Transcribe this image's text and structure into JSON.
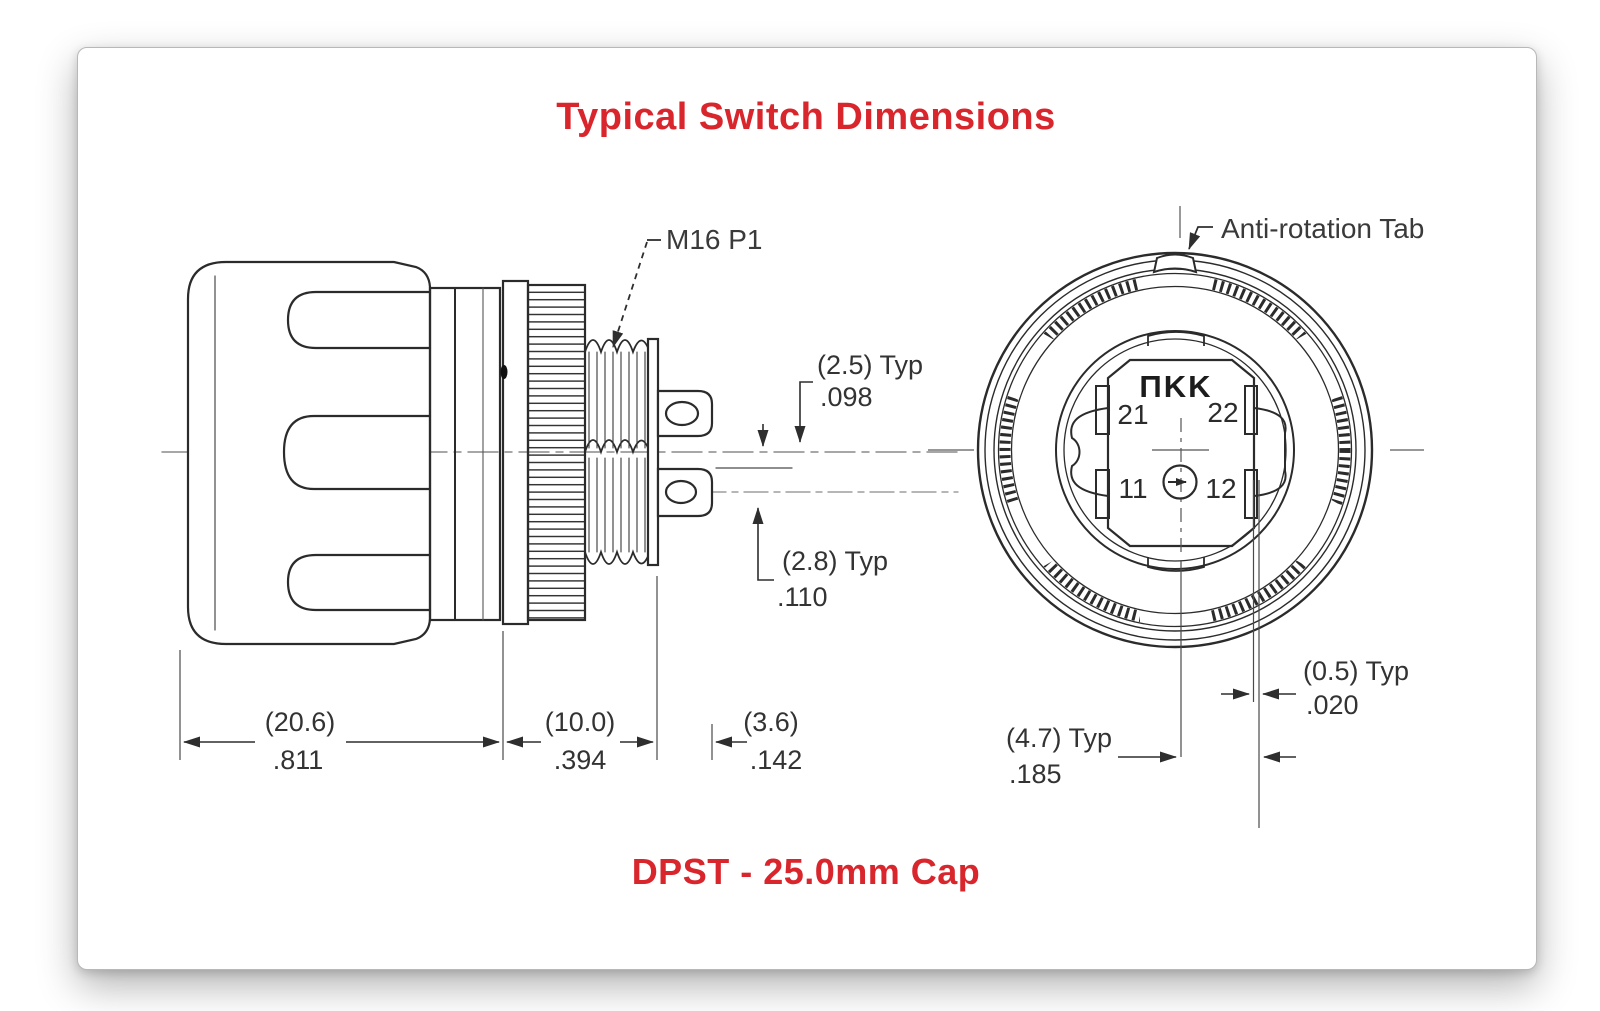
{
  "header": {
    "title": "Typical Switch Dimensions"
  },
  "footer": {
    "caption": "DPST - 25.0mm Cap"
  },
  "colors": {
    "accent_red": "#d9252c",
    "line_dark": "#2b2b2b",
    "centerline_gray": "#8a8a8a"
  },
  "side_view": {
    "thread_label": "M16 P1",
    "dim_upper_terminal": {
      "metric": "(2.5) Typ",
      "inch": ".098"
    },
    "dim_lower_terminal": {
      "metric": "(2.8) Typ",
      "inch": ".110"
    },
    "dim_cap_depth": {
      "metric": "(20.6)",
      "inch": ".811"
    },
    "dim_bushing_length": {
      "metric": "(10.0)",
      "inch": ".394"
    },
    "dim_thread_protrusion": {
      "metric": "(3.6)",
      "inch": ".142"
    }
  },
  "front_view": {
    "tab_label": "Anti-rotation Tab",
    "logo_text": "ΠKK",
    "terminal_21": "21",
    "terminal_22": "22",
    "terminal_11": "11",
    "terminal_12": "12",
    "dim_terminal_thickness": {
      "metric": "(0.5) Typ",
      "inch": ".020"
    },
    "dim_terminal_offset": {
      "metric": "(4.7) Typ",
      "inch": ".185"
    }
  }
}
